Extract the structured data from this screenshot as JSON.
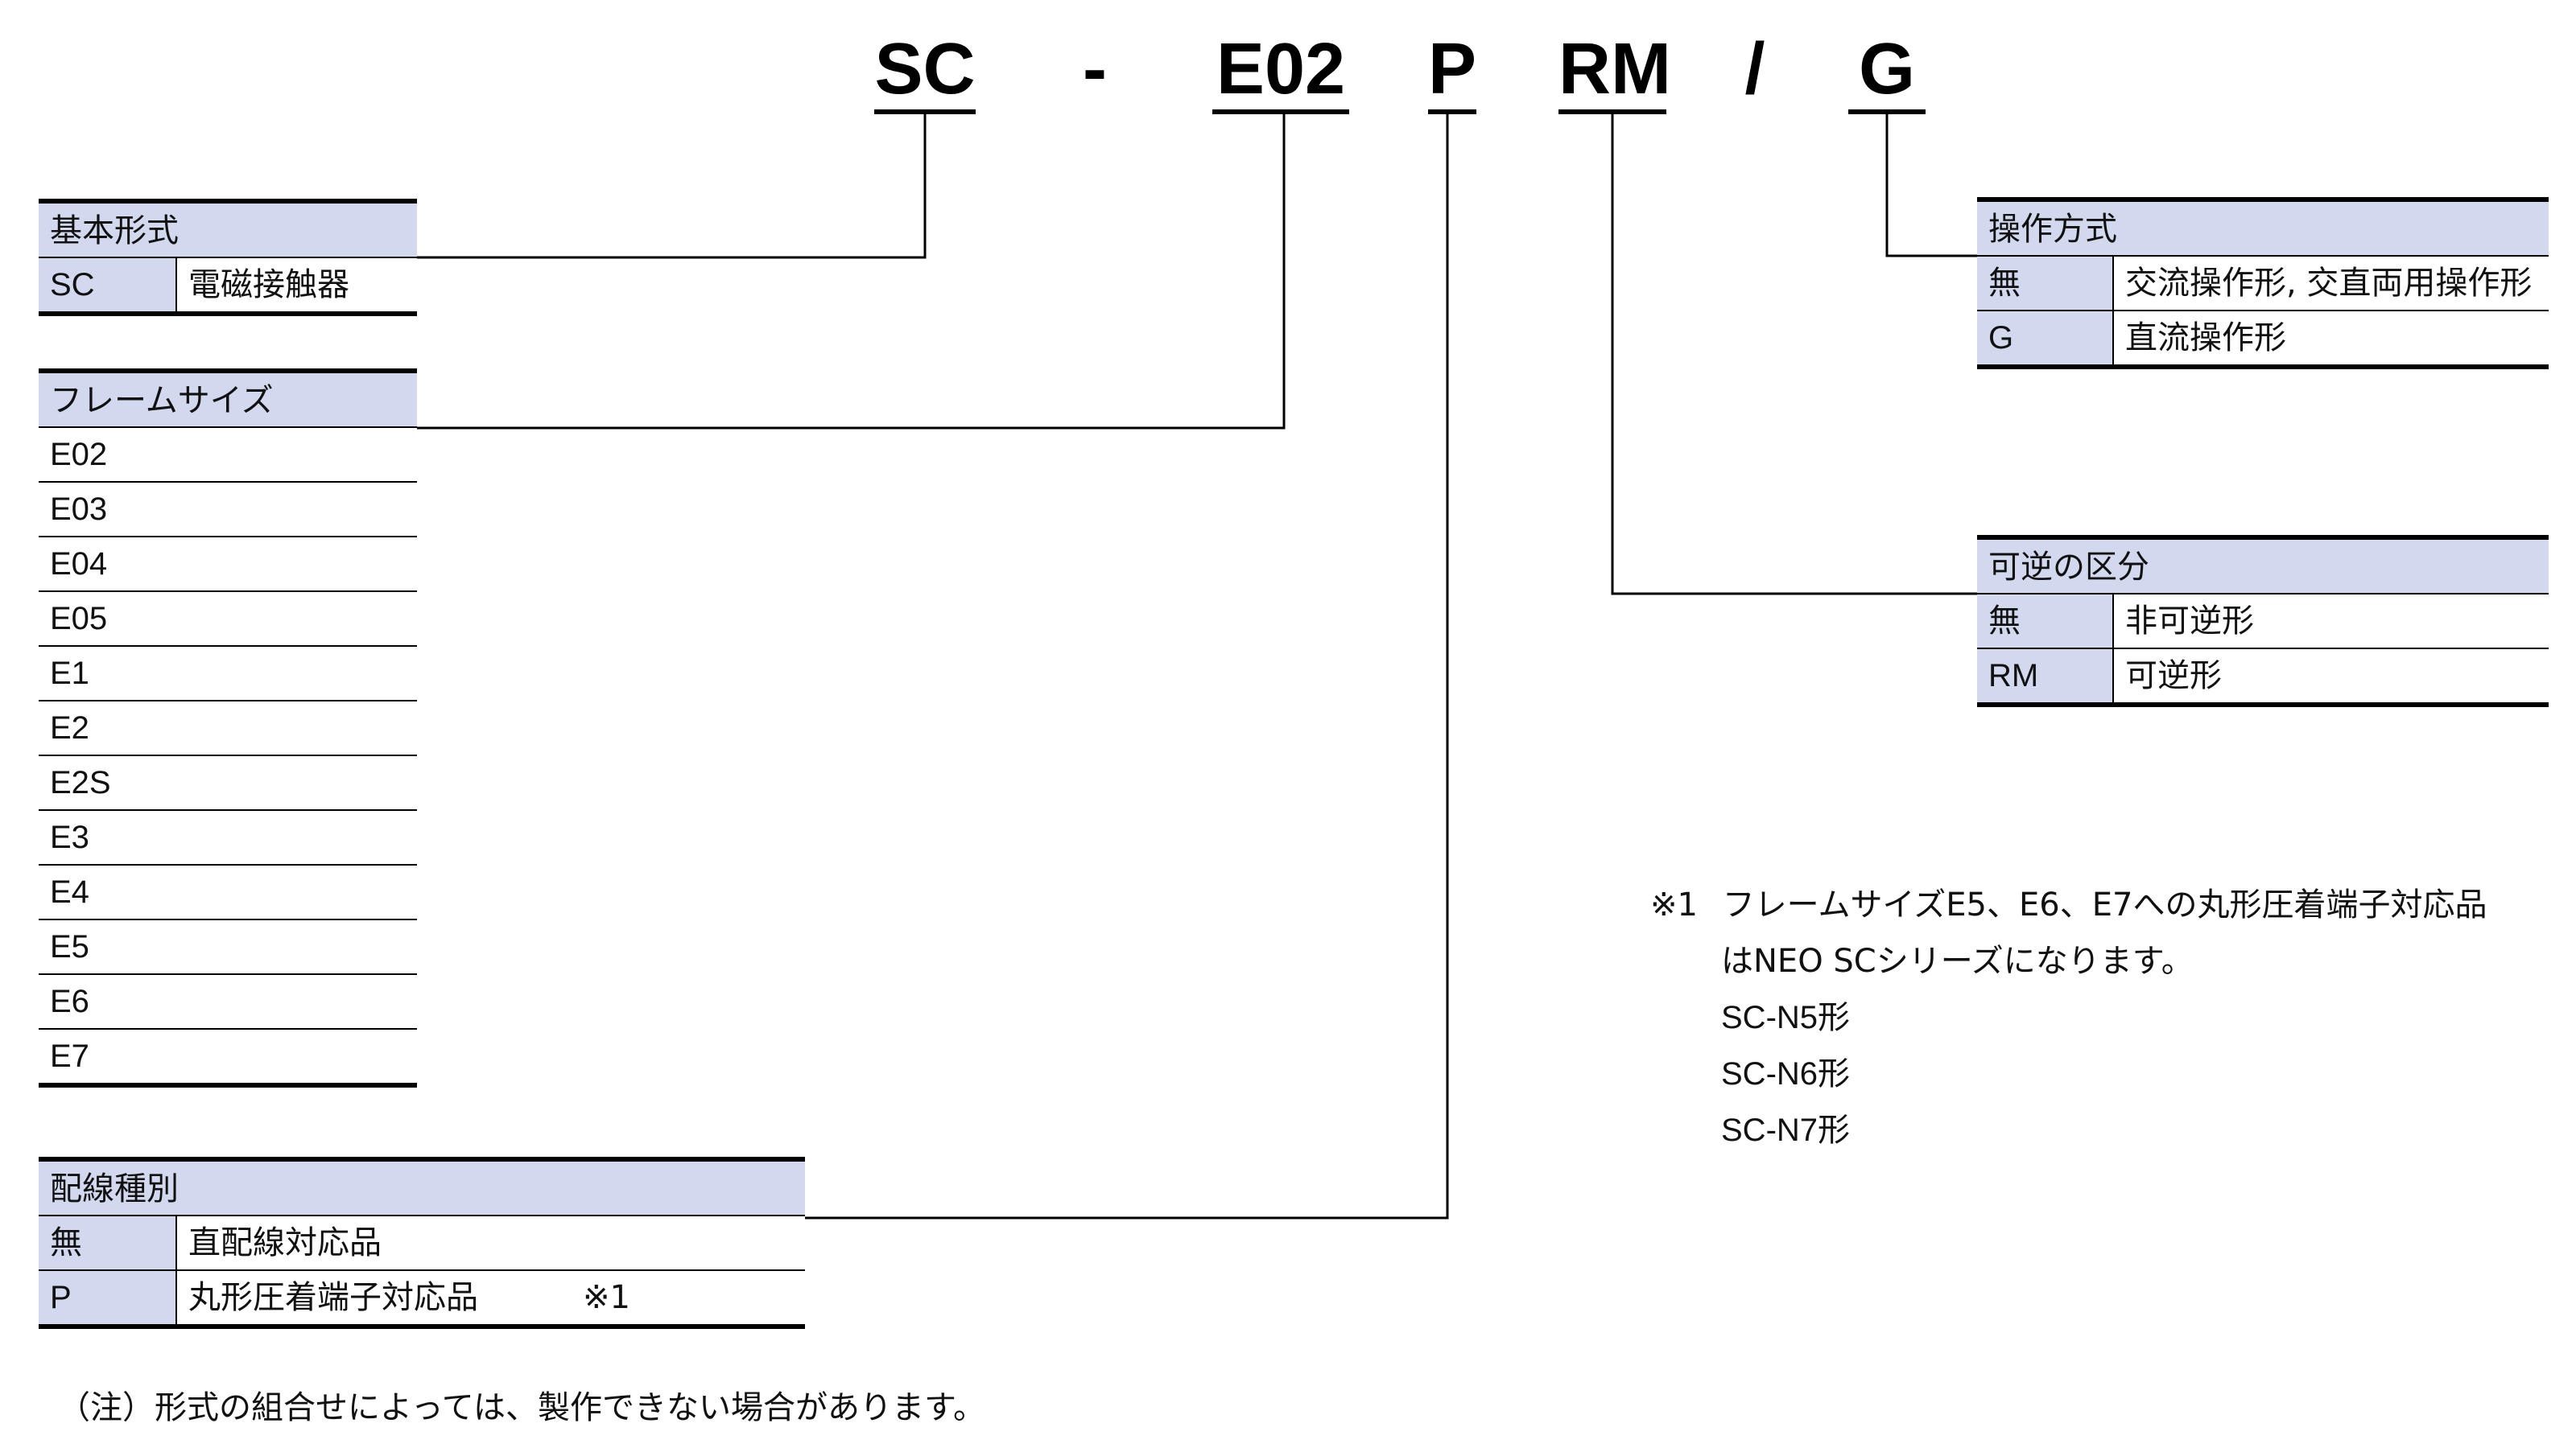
{
  "model_code": {
    "segments": [
      "SC",
      "-",
      "E02",
      "P",
      "RM",
      "/",
      "G"
    ]
  },
  "basic_type": {
    "title": "基本形式",
    "rows": [
      {
        "key": "SC",
        "value": "電磁接触器"
      }
    ]
  },
  "frame_size": {
    "title": "フレームサイズ",
    "rows": [
      "E02",
      "E03",
      "E04",
      "E05",
      "E1",
      "E2",
      "E2S",
      "E3",
      "E4",
      "E5",
      "E6",
      "E7"
    ]
  },
  "wiring_type": {
    "title": "配線種別",
    "rows": [
      {
        "key": "無",
        "value": "直配線対応品",
        "note": ""
      },
      {
        "key": "P",
        "value": "丸形圧着端子対応品",
        "note": "※1"
      }
    ]
  },
  "operation_method": {
    "title": "操作方式",
    "rows": [
      {
        "key": "無",
        "value": "交流操作形, 交直両用操作形"
      },
      {
        "key": "G",
        "value": "直流操作形"
      }
    ]
  },
  "reversibility": {
    "title": "可逆の区分",
    "rows": [
      {
        "key": "無",
        "value": "非可逆形"
      },
      {
        "key": "RM",
        "value": "可逆形"
      }
    ]
  },
  "footnote": {
    "mark": "※1",
    "lines": [
      "フレームサイズE5、E6、E7への丸形圧着端子対応品",
      "はNEO SCシリーズになります。",
      "SC-N5形",
      "SC-N6形",
      "SC-N7形"
    ]
  },
  "bottom_note": "（注）形式の組合せによっては、製作できない場合があります。",
  "colors": {
    "header_bg": "#d2d9ee",
    "line": "#000000"
  }
}
